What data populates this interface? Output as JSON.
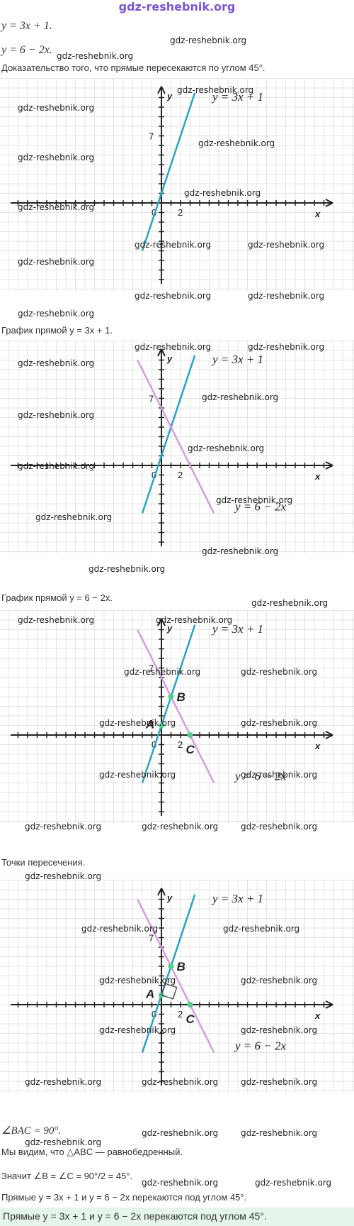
{
  "site": {
    "header": "gdz-reshebnik.org",
    "watermark": "gdz-reshebnik.org"
  },
  "equations": {
    "line1": "y = 3x + 1.",
    "line2": "y = 6 − 2x."
  },
  "texts": {
    "proof_intro": "Доказательство того, что прямые пересекаются по углом 45°.",
    "caption1": "График прямой y = 3x + 1.",
    "caption2": "График прямой y = 6 − 2x.",
    "caption3": "Точки пересечения.",
    "angle": "∠BAC = 90°.",
    "isosceles": "Мы видим, что △ABC — равнобедренный.",
    "angles_eq": "Значит ∠B = ∠C = 90°/2 = 45°.",
    "conclusion": "Прямые y = 3x + 1 и y = 6 − 2x перекаются под углом 45°.",
    "final": "Прямые y = 3x + 1 и y = 6 − 2x перекаются под углом 45°."
  },
  "graph": {
    "axis_x": "x",
    "axis_y": "y",
    "origin": "0",
    "tick_x": "2",
    "tick_y": "7",
    "line1_label": "y = 3x + 1",
    "line2_label": "y = 6 − 2x",
    "point_a": "A",
    "point_b": "B",
    "point_c": "C",
    "colors": {
      "line1": "#2aa3c8",
      "line2": "#d79be0",
      "grid": "#e4e4e4",
      "axis": "#222222",
      "point": "#4fd18b"
    }
  }
}
